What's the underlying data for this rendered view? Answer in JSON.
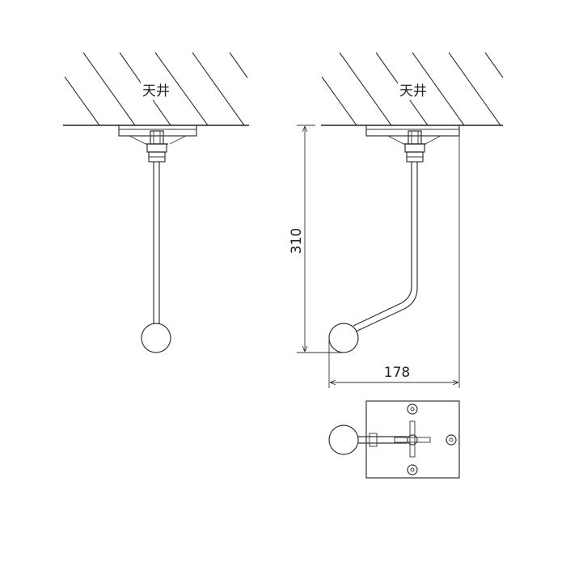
{
  "views": {
    "front": {
      "ceiling_label": "天井"
    },
    "side": {
      "ceiling_label": "天井"
    }
  },
  "dimensions": {
    "height": "310",
    "width": "178"
  }
}
